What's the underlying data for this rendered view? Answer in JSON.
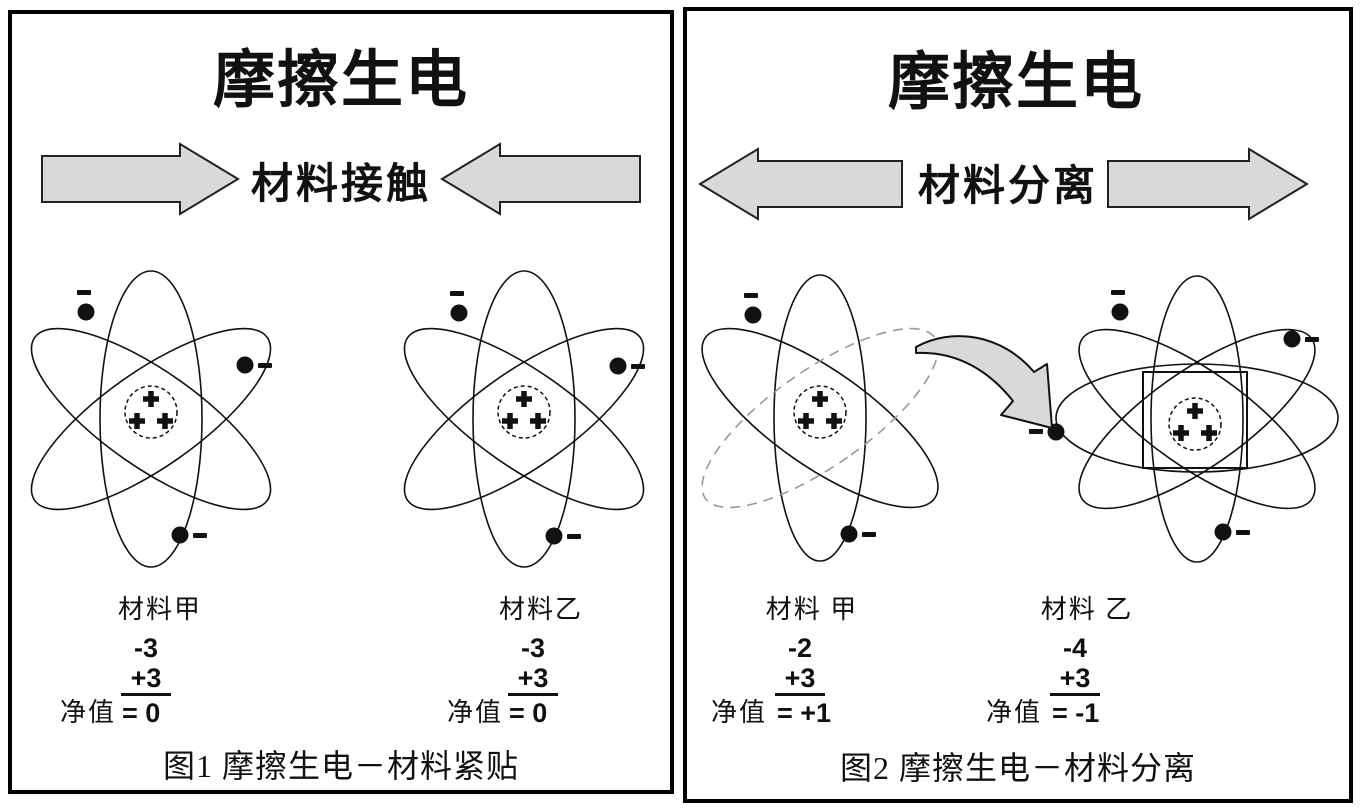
{
  "figure": {
    "panels": [
      {
        "title": "摩擦生电",
        "action_label": "材料接触",
        "caption": "图1 摩擦生电－材料紧贴",
        "materials": [
          {
            "name": "材料甲",
            "electrons": "-3",
            "protons": "+3",
            "net_label": "净值",
            "net_value": "= 0"
          },
          {
            "name": "材料乙",
            "electrons": "-3",
            "protons": "+3",
            "net_label": "净值",
            "net_value": "= 0"
          }
        ]
      },
      {
        "title": "摩擦生电",
        "action_label": "材料分离",
        "caption": "图2 摩擦生电－材料分离",
        "materials": [
          {
            "name": "材料 甲",
            "electrons": "-2",
            "protons": "+3",
            "net_label": "净值",
            "net_value": "= +1"
          },
          {
            "name": "材料 乙",
            "electrons": "-4",
            "protons": "+3",
            "net_label": "净值",
            "net_value": "= -1"
          }
        ]
      }
    ],
    "symbols": {
      "electron": "-",
      "proton": "+"
    },
    "colors": {
      "line": "#111111",
      "arrow_fill": "#d9d9d9",
      "arrow_outline": "#222222",
      "dashed_orbit": "#999999",
      "background": "#ffffff"
    }
  }
}
